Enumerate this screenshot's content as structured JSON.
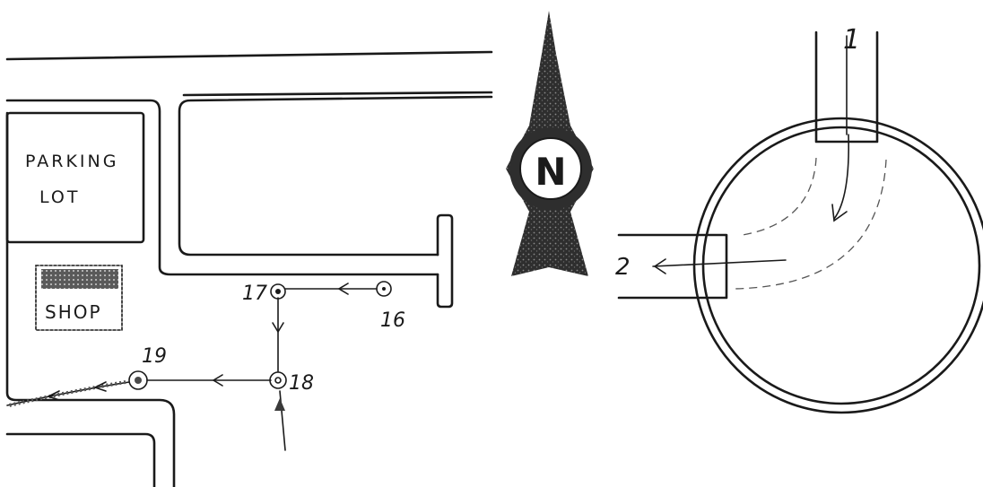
{
  "map": {
    "left_panel": {
      "parking_lot": {
        "line1": "PARKING",
        "line2": "LOT"
      },
      "shop": {
        "label": "SHOP"
      },
      "waypoints": [
        {
          "id": "16",
          "label": "16"
        },
        {
          "id": "17",
          "label": "17"
        },
        {
          "id": "18",
          "label": "18"
        },
        {
          "id": "19",
          "label": "19"
        }
      ]
    },
    "compass": {
      "label": "N"
    },
    "right_panel": {
      "entry_label": "1",
      "exit_label": "2"
    }
  }
}
